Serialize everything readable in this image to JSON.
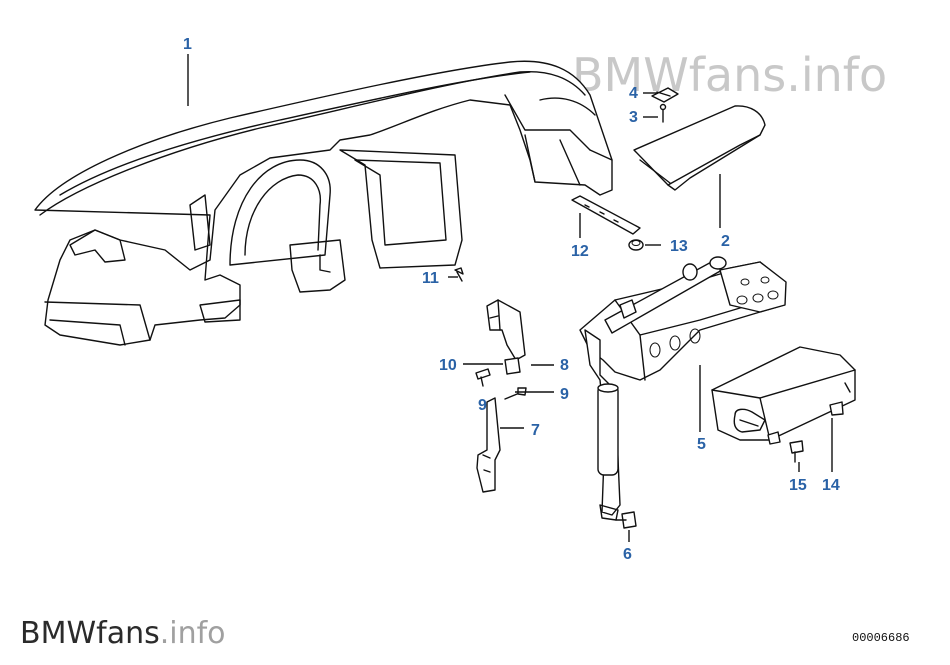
{
  "watermark_top": "BMWfans.info",
  "watermark_bottom": {
    "prefix": "BMWfans",
    "suffix": ".info"
  },
  "diagram_code": "00006686",
  "colors": {
    "label": "#2a62a6",
    "watermark": "#c8c8c8",
    "watermark_dark": "#2b2b2b",
    "line": "#111111"
  },
  "parts": [
    {
      "id": "1"
    },
    {
      "id": "2"
    },
    {
      "id": "3"
    },
    {
      "id": "4"
    },
    {
      "id": "5"
    },
    {
      "id": "6"
    },
    {
      "id": "7"
    },
    {
      "id": "8"
    },
    {
      "id": "9"
    },
    {
      "id": "9b",
      "text": "9"
    },
    {
      "id": "10"
    },
    {
      "id": "11"
    },
    {
      "id": "12"
    },
    {
      "id": "13"
    },
    {
      "id": "14"
    },
    {
      "id": "15"
    }
  ]
}
